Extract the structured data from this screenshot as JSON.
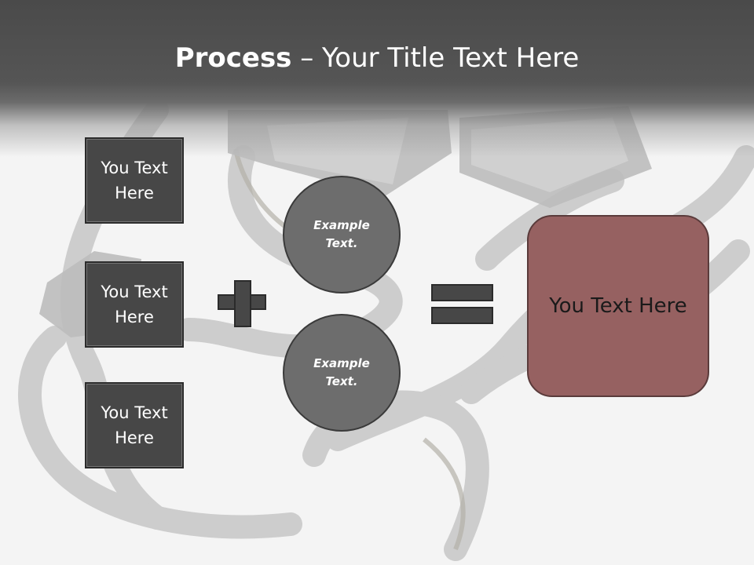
{
  "slide": {
    "title_bold": "Process",
    "title_rest": " – Your Title Text Here"
  },
  "inputs": [
    {
      "text": "You Text Here"
    },
    {
      "text": "You Text Here"
    },
    {
      "text": "You Text Here"
    }
  ],
  "examples": [
    {
      "text": "Example Text."
    },
    {
      "text": "Example Text."
    }
  ],
  "result": {
    "text": "You Text Here"
  },
  "colors": {
    "header": "#4a4a4a",
    "box": "#474747",
    "circle": "#6d6d6d",
    "result": "#966161"
  },
  "icons": {
    "operator_1": "plus-icon",
    "operator_2": "equals-icon"
  }
}
